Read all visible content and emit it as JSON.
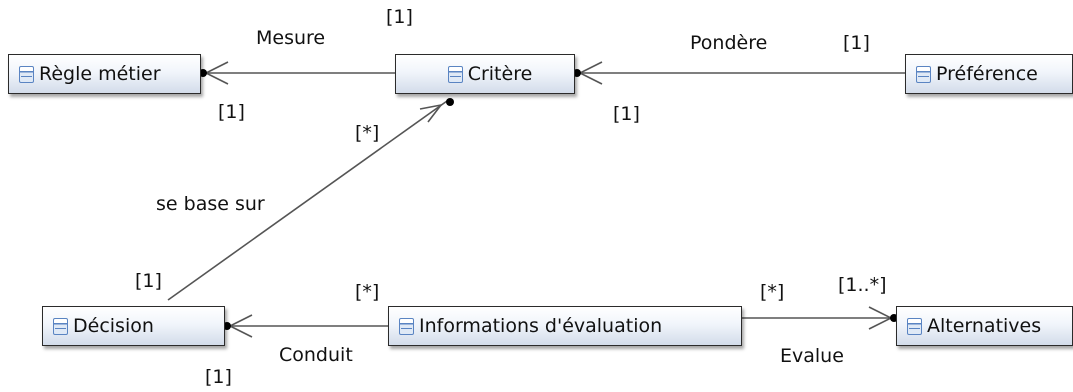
{
  "classes": {
    "regle": "Règle métier",
    "critere": "Critère",
    "preference": "Préférence",
    "decision": "Décision",
    "informations": "Informations d'évaluation",
    "alternatives": "Alternatives"
  },
  "associations": {
    "mesure": {
      "name": "Mesure",
      "mult_target": "[1]",
      "mult_source": "[1]"
    },
    "pondere": {
      "name": "Pondère",
      "mult_target": "[1]",
      "mult_source": "[1]"
    },
    "se_base_sur": {
      "name": "se base sur",
      "mult_target": "[*]",
      "mult_source": "[1]"
    },
    "conduit": {
      "name": "Conduit",
      "mult_target": "[1]",
      "mult_source": "[*]"
    },
    "evalue": {
      "name": "Evalue",
      "mult_source": "[*]",
      "mult_target": "[1..*]"
    }
  },
  "colors": {
    "line": "#555555",
    "icon": "#5a84c2",
    "box_border": "#2b2b2b"
  },
  "icons": {
    "class": "class-icon"
  }
}
